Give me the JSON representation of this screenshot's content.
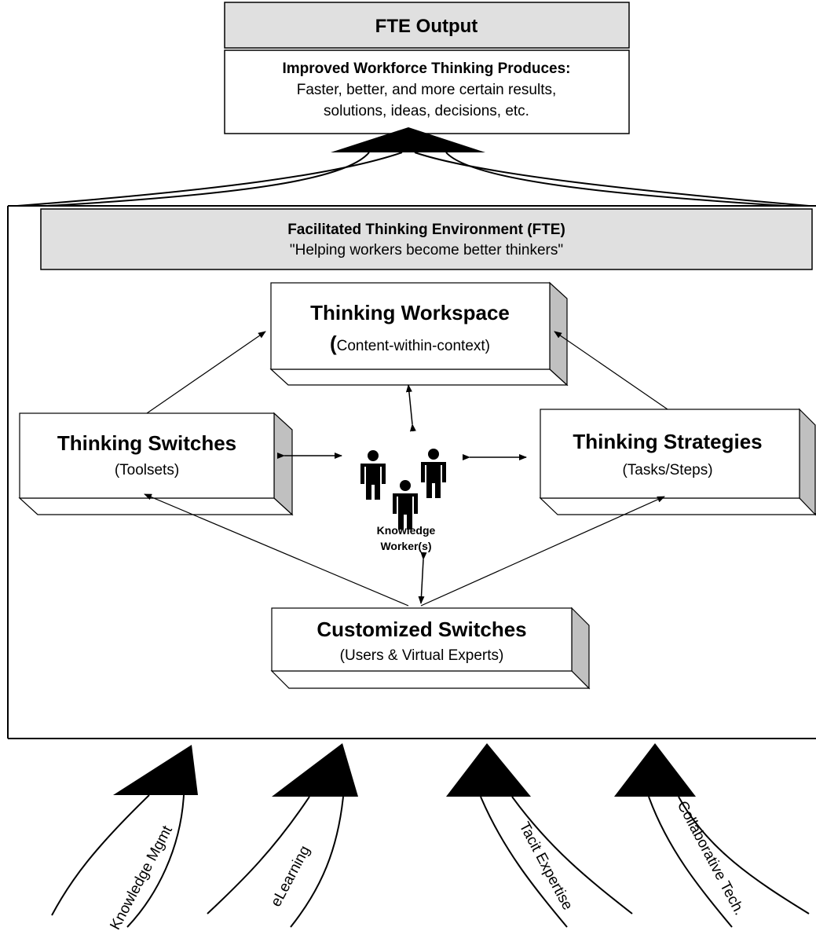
{
  "output": {
    "title": "FTE Output",
    "heading": "Improved Workforce Thinking Produces:",
    "lines": [
      "Faster, better, and more certain results,",
      "solutions, ideas, decisions, etc."
    ]
  },
  "environment": {
    "title": "Facilitated Thinking Environment (FTE)",
    "subtitle": "\"Helping workers become better thinkers\""
  },
  "workspace": {
    "title": "Thinking Workspace",
    "paren": "(",
    "subtitle": "Content-within-context)"
  },
  "switches": {
    "title": "Thinking Switches",
    "subtitle": "(Toolsets)"
  },
  "strategies": {
    "title": "Thinking Strategies",
    "subtitle": "(Tasks/Steps)"
  },
  "workers": {
    "line1": "Knowledge",
    "line2": "Worker(s)"
  },
  "customized": {
    "title": "Customized Switches",
    "subtitle": "(Users & Virtual Experts)"
  },
  "inputs": [
    "Knowledge  Mgmt",
    "eLearning",
    "Tacit  Expertise",
    "Collaborative  Tech."
  ],
  "colors": {
    "header_fill": "#e0e0e0",
    "box_side": "#c0c0c0",
    "box_face": "#ffffff",
    "line": "#000000"
  }
}
